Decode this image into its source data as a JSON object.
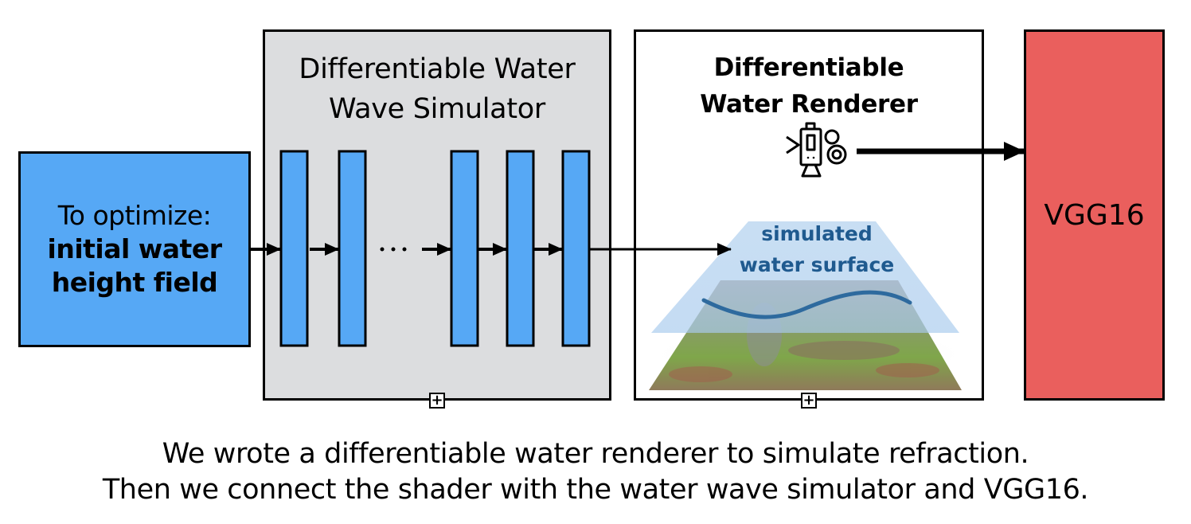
{
  "input_block": {
    "line1": "To optimize:",
    "line2": "initial water",
    "line3": "height field",
    "color": "#56a8f5"
  },
  "simulator": {
    "title_line1": "Differentiable Water",
    "title_line2": "Wave Simulator",
    "background": "#dcdddf",
    "layer_color": "#56a8f5",
    "ellipsis": "···",
    "expand_icon": "plus-square-icon"
  },
  "renderer": {
    "title_line1": "Differentiable",
    "title_line2": "Water Renderer",
    "camera_icon": "movie-camera-icon",
    "surface_label_line1": "simulated",
    "surface_label_line2": "water surface",
    "surface_label_color": "#1f5a8f",
    "wave_color": "#2e6a9e",
    "expand_icon": "plus-square-icon"
  },
  "vgg": {
    "label": "VGG16",
    "color": "#ea5f5d"
  },
  "caption": {
    "line1": "We wrote a differentiable water renderer to simulate refraction.",
    "line2": "Then we connect the shader with the water wave simulator and VGG16."
  }
}
